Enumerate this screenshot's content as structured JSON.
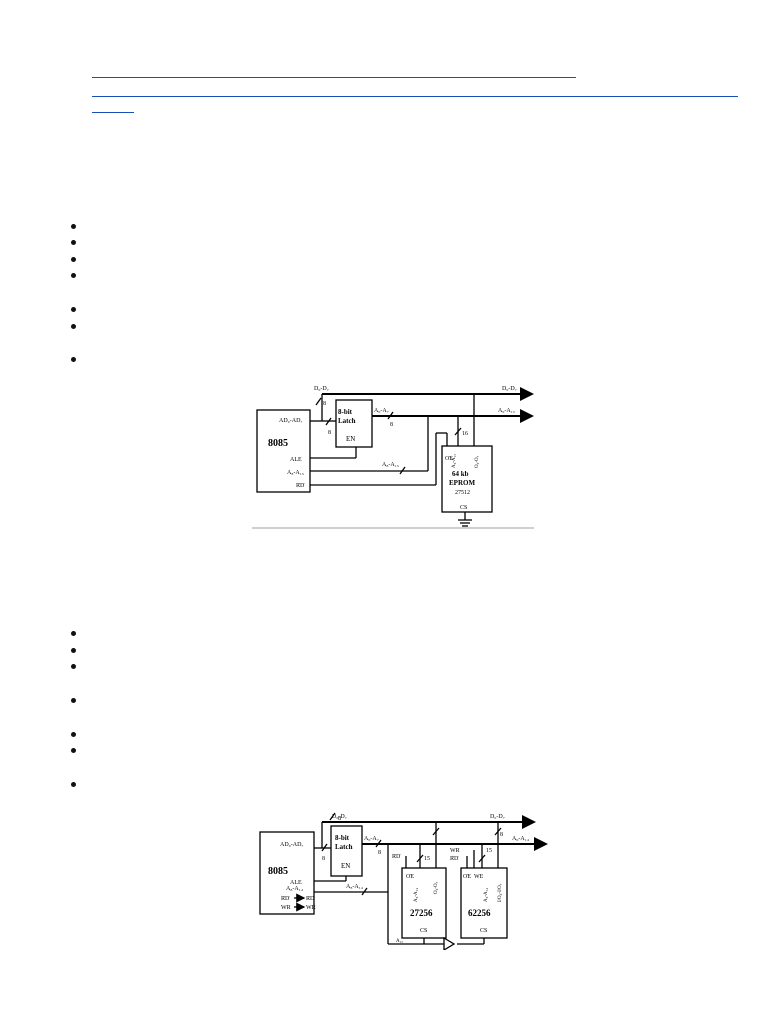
{
  "figure1": {
    "cpu": "8085",
    "cpu_port": "AD₀-AD₇",
    "ale": "ALE",
    "high_addr": "A₈-A₁₅",
    "rd": "RD",
    "latch_title": "8-bit",
    "latch_sub": "Latch",
    "latch_en": "EN",
    "data_bus": "D₀-D₇",
    "data_bus_right": "D₀-D₇",
    "addr_low": "A₀-A₇",
    "addr_bus_right": "A₀-A₁₅",
    "addr_high": "A₈-A₁₅",
    "width_8a": "8",
    "width_8b": "8",
    "width_8c": "8",
    "width_16": "16",
    "eprom_title": "64 kb",
    "eprom_name": "EPROM",
    "eprom_part": "27512",
    "eprom_oe": "OE",
    "eprom_addr": "A₀-A₁₅",
    "eprom_data": "O₀-O₇",
    "eprom_cs": "CS"
  },
  "figure2": {
    "cpu": "8085",
    "cpu_port": "AD₀-AD₇",
    "ale": "ALE",
    "high_addr": "A₈-A₁₄",
    "rd": "RD",
    "wr": "WR",
    "rd_out": "RD",
    "wr_out": "WR",
    "latch_title": "8-bit",
    "latch_sub": "Latch",
    "latch_en": "EN",
    "data_bus": "D₀-D₇",
    "data_bus_right": "D₀-D₇",
    "addr_low": "A₀-A₇",
    "addr_bus_right": "A₀-A₁₄",
    "addr_high": "A₈-A₁₄",
    "a15": "A₁₅",
    "width_8a": "8",
    "width_8b": "8",
    "width_8c": "8",
    "width_8d": "8",
    "width_15a": "15",
    "width_15b": "15",
    "rom_part": "27256",
    "rom_oe": "OE",
    "rom_rd": "RD",
    "rom_addr": "A₀-A₁₄",
    "rom_data": "O₀-O₇",
    "rom_cs": "CS",
    "ram_part": "62256",
    "ram_oe": "OE",
    "ram_we": "WE",
    "ram_wr": "WR",
    "ram_rd": "RD",
    "ram_addr": "A₀-A₁₄",
    "ram_data": "I/O₀-I/O₇",
    "ram_cs": "CS"
  }
}
